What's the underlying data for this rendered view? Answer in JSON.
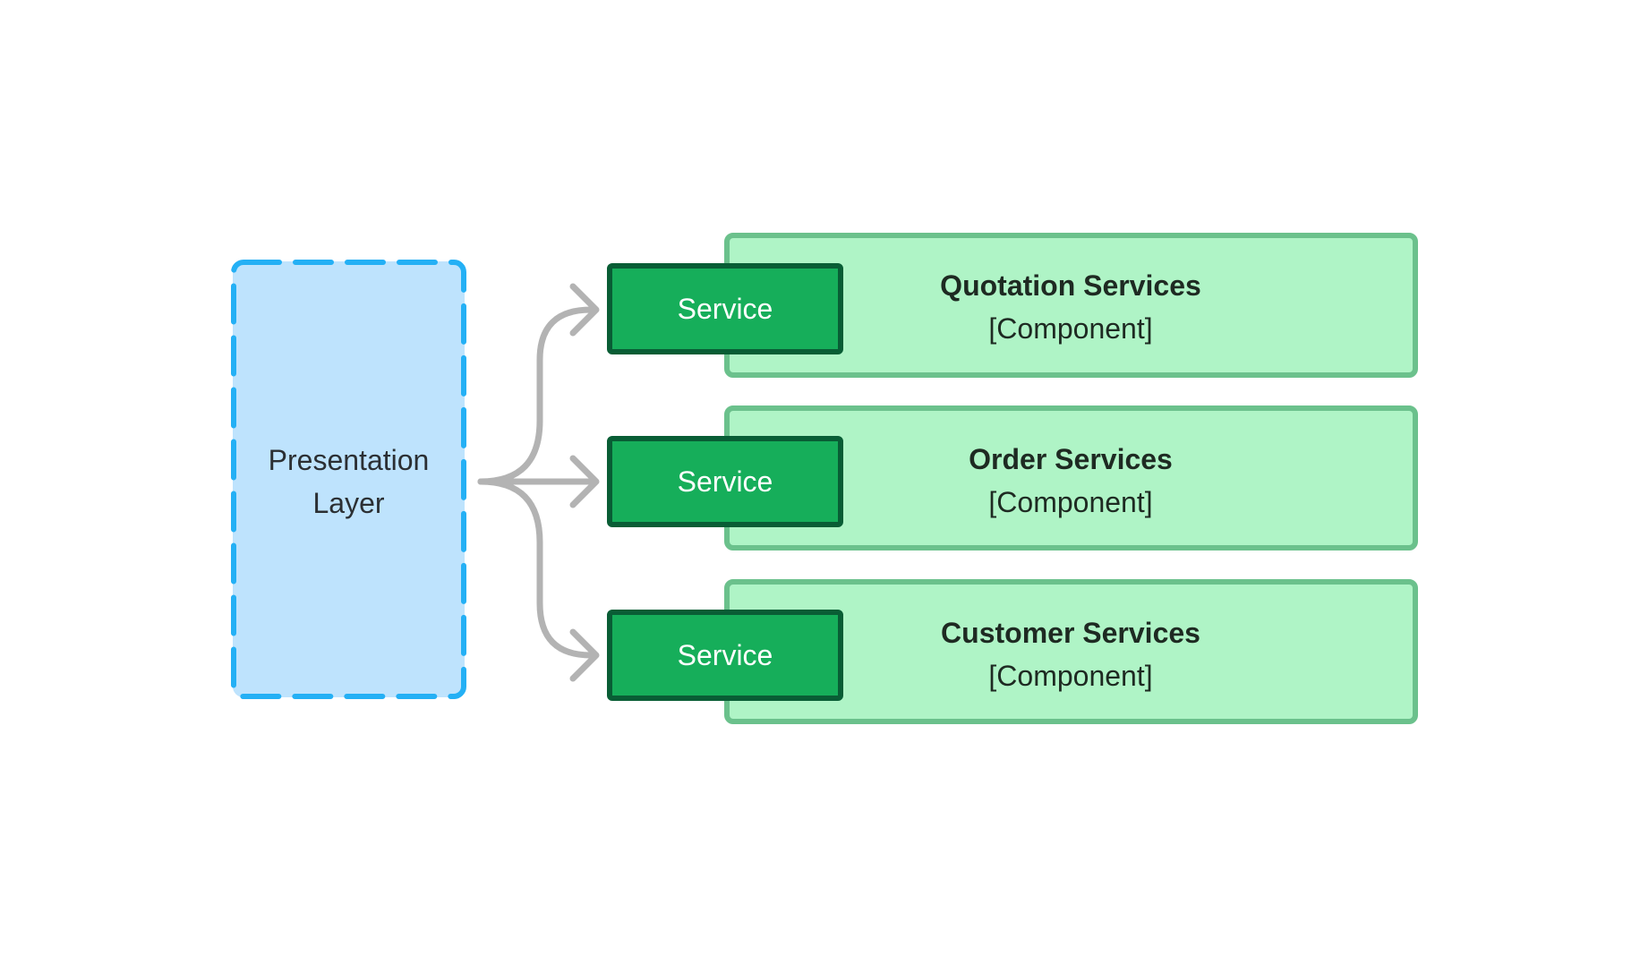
{
  "presentation_layer": {
    "label": "Presentation Layer",
    "fill_color": "#bee3fd",
    "border_color": "#24b0f5",
    "border_style": "dashed"
  },
  "components": [
    {
      "title": "Quotation Services",
      "type_label": "[Component]",
      "service_label": "Service"
    },
    {
      "title": "Order Services",
      "type_label": "[Component]",
      "service_label": "Service"
    },
    {
      "title": "Customer Services",
      "type_label": "[Component]",
      "service_label": "Service"
    }
  ],
  "colors": {
    "component_fill": "#aff4c6",
    "component_border": "#6bc18c",
    "service_fill": "#16ae5a",
    "service_border": "#095d35",
    "arrow": "#b3b3b3"
  }
}
